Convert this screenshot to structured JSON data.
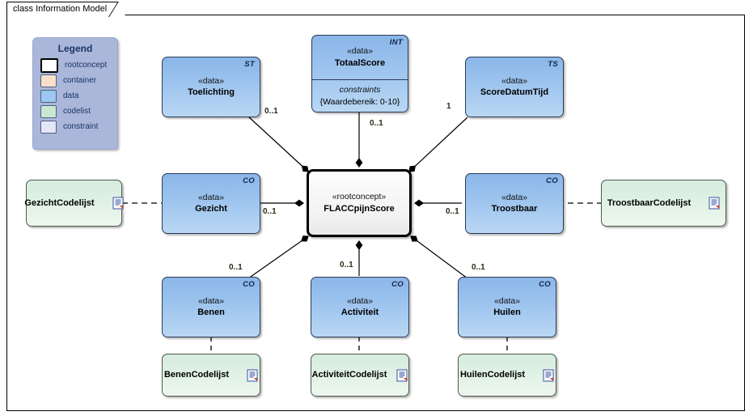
{
  "frame": {
    "tab_label": "class Information Model"
  },
  "legend": {
    "title": "Legend",
    "items": [
      {
        "label": "rootconcept",
        "color": "#ffffff"
      },
      {
        "label": "container",
        "color": "#fae0cb"
      },
      {
        "label": "data",
        "color": "#9cc7f0"
      },
      {
        "label": "codelist",
        "color": "#c9e8d4"
      },
      {
        "label": "constraint",
        "color": "#e4e6f7"
      }
    ]
  },
  "root": {
    "stereotype": "«rootconcept»",
    "name": "FLACCpijnScore"
  },
  "nodes": {
    "toelichting": {
      "stereotype": "«data»",
      "name": "Toelichting",
      "corner": "ST"
    },
    "totaalscore": {
      "stereotype": "«data»",
      "name": "TotaalScore",
      "corner": "INT",
      "constraint_title": "constraints",
      "constraint_value": "{Waardebereik: 0-10}"
    },
    "scoredatumtijd": {
      "stereotype": "«data»",
      "name": "ScoreDatumTijd",
      "corner": "TS"
    },
    "gezicht": {
      "stereotype": "«data»",
      "name": "Gezicht",
      "corner": "CO"
    },
    "troostbaar": {
      "stereotype": "«data»",
      "name": "Troostbaar",
      "corner": "CO"
    },
    "benen": {
      "stereotype": "«data»",
      "name": "Benen",
      "corner": "CO"
    },
    "activiteit": {
      "stereotype": "«data»",
      "name": "Activiteit",
      "corner": "CO"
    },
    "huilen": {
      "stereotype": "«data»",
      "name": "Huilen",
      "corner": "CO"
    }
  },
  "codelists": {
    "gezicht": {
      "name": "GezichtCodelijst"
    },
    "troostbaar": {
      "name": "TroostbaarCodelijst"
    },
    "benen": {
      "name": "BenenCodelijst"
    },
    "activiteit": {
      "name": "ActiviteitCodelijst"
    },
    "huilen": {
      "name": "HuilenCodelijst"
    }
  },
  "multiplicities": {
    "toelichting": "0..1",
    "totaalscore": "0..1",
    "scoredatumtijd": "1",
    "gezicht": "0..1",
    "troostbaar": "0..1",
    "benen": "0..1",
    "activiteit": "0..1",
    "huilen": "0..1"
  },
  "colors": {
    "data_fill": "#9cc3ee",
    "codelist_fill": "#e2f2e6",
    "root_fill": "#f4f4f4",
    "legend_bg": "#aab6da",
    "line": "#000000"
  }
}
